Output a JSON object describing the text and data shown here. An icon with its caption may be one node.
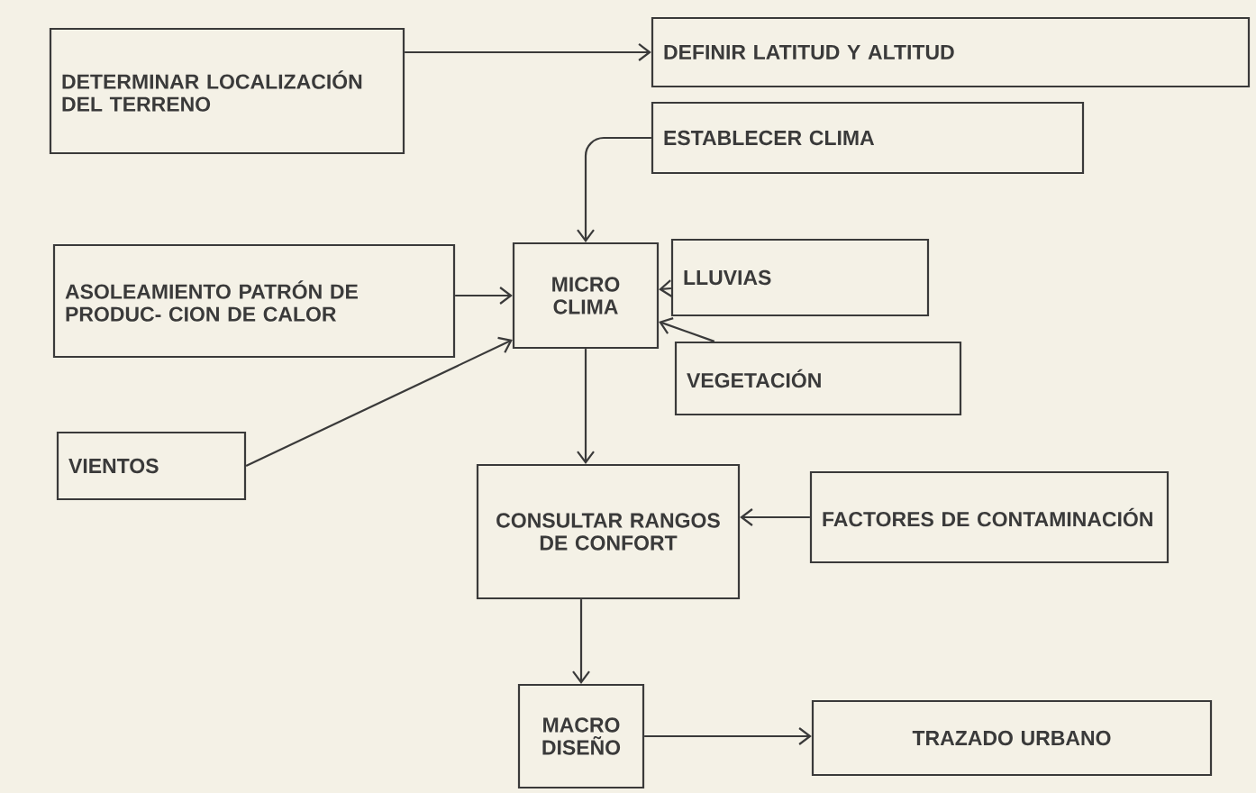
{
  "diagram": {
    "nodes": [
      {
        "text": [
          "DETERMINAR LOCALIZACIÓN DEL TERRENO"
        ]
      },
      {
        "text": [
          "DEFINIR LATITUD Y ALTITUD"
        ]
      },
      {
        "text": [
          "ESTABLECER CLIMA"
        ]
      },
      {
        "text": [
          "ASOLEAMIENTO PATRÓN DE PRODUC- CION DE CALOR"
        ]
      },
      {
        "text": [
          "MICRO CLIMA"
        ]
      },
      {
        "text": [
          "LLUVIAS"
        ]
      },
      {
        "text": [
          "VEGETACIÓN"
        ]
      },
      {
        "text": [
          "VIENTOS"
        ]
      },
      {
        "text": [
          "CONSULTAR RANGOS DE CONFORT"
        ]
      },
      {
        "text": [
          "FACTORES DE CONTAMINACIÓN"
        ]
      },
      {
        "text": [
          "MACRO DISEÑO"
        ]
      },
      {
        "text": [
          "TRAZADO URBANO"
        ]
      }
    ],
    "edges": [
      {
        "from": 0,
        "to": 1,
        "arrow": "to"
      },
      {
        "from": 2,
        "to": 4,
        "arrow": "to"
      },
      {
        "from": 3,
        "to": 4,
        "arrow": "to"
      },
      {
        "from": 7,
        "to": 4,
        "arrow": "to"
      },
      {
        "from": 5,
        "to": 4,
        "arrow": "to"
      },
      {
        "from": 6,
        "to": 4,
        "arrow": "to"
      },
      {
        "from": 4,
        "to": 8,
        "arrow": "to"
      },
      {
        "from": 9,
        "to": 8,
        "arrow": "to"
      },
      {
        "from": 8,
        "to": 10,
        "arrow": "to"
      },
      {
        "from": 10,
        "to": 11,
        "arrow": "to"
      }
    ]
  }
}
